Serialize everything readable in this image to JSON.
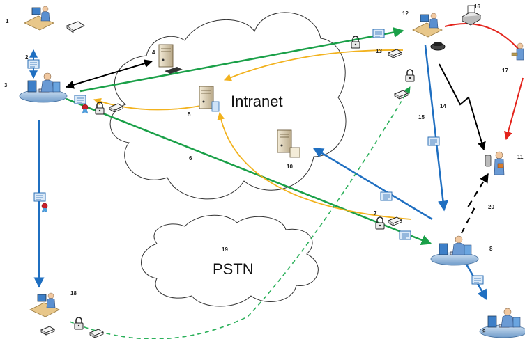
{
  "labels": {
    "intranet": "Intranet",
    "pstn": "PSTN"
  },
  "nodes": {
    "n1": "1",
    "n2": "2",
    "n3": "3",
    "n4": "4",
    "n5": "5",
    "n6": "6",
    "n7": "7",
    "n8": "8",
    "n9": "9",
    "n10": "10",
    "n11": "11",
    "n12": "12",
    "n13": "13",
    "n14": "14",
    "n15": "15",
    "n16": "16",
    "n17": "17",
    "n18": "18",
    "n19": "19",
    "n20": "20"
  },
  "colors": {
    "blue": "#1f6fc1",
    "green": "#1aa048",
    "yellow": "#f2b21e",
    "black": "#000000",
    "red": "#e3231b",
    "dashed_green": "#2bb05a",
    "cloud_stroke": "#333333",
    "desk": "#8fb3d9"
  },
  "icons": [
    "workstation-icon",
    "scanner-icon",
    "server-icon",
    "certificate-icon",
    "padlock-icon",
    "token-icon",
    "seal-icon",
    "telephone-icon",
    "fax-icon",
    "security-guard-icon",
    "worker-icon"
  ]
}
